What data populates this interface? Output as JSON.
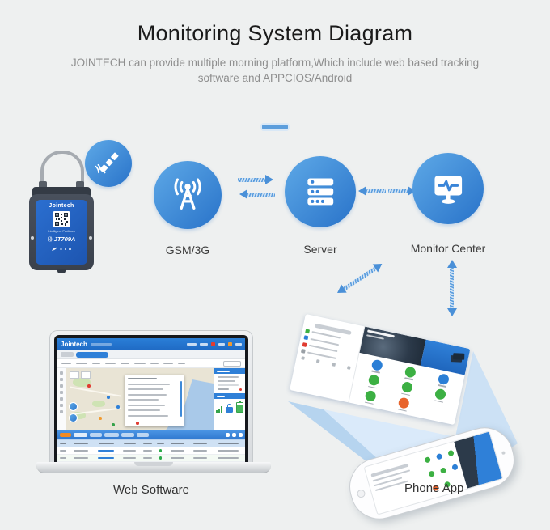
{
  "header": {
    "title": "Monitoring System Diagram",
    "subtitle_line1": "JOINTECH can provide multiple morning platform,Which include web based tracking",
    "subtitle_line2": "software and APPCIOS/Android"
  },
  "padlock": {
    "brand": "Jointech",
    "tagline": "Intelligent PadLock",
    "model": "JT709A"
  },
  "nodes": {
    "gsm": {
      "label": "GSM/3G"
    },
    "server": {
      "label": "Server"
    },
    "monitor": {
      "label": "Monitor Center"
    }
  },
  "platforms": {
    "web": {
      "label": "Web Software",
      "brand": "Jointech"
    },
    "app": {
      "label": "Phone App"
    }
  },
  "icons": {
    "satellite-icon": "satellite with solar panels and dish",
    "antenna-icon": "radio tower with signal waves",
    "server-icon": "server rack stack",
    "monitor-icon": "monitor screen with pulse line",
    "qr-code-icon": "qr code",
    "rf-signal-icon": "((·))"
  },
  "colors": {
    "background": "#EEF0F0",
    "accent_blue": "#3E87D6",
    "circle_gradient_start": "#5EA9E7",
    "circle_gradient_end": "#2E78CC",
    "beam_left": "#AFD0EE",
    "beam_front": "#DAEAFA",
    "beam_right": "#C6DEF6",
    "app_icon_green": "#3CB043",
    "app_icon_blue": "#2B7FD6",
    "app_icon_orange": "#E8642C"
  }
}
